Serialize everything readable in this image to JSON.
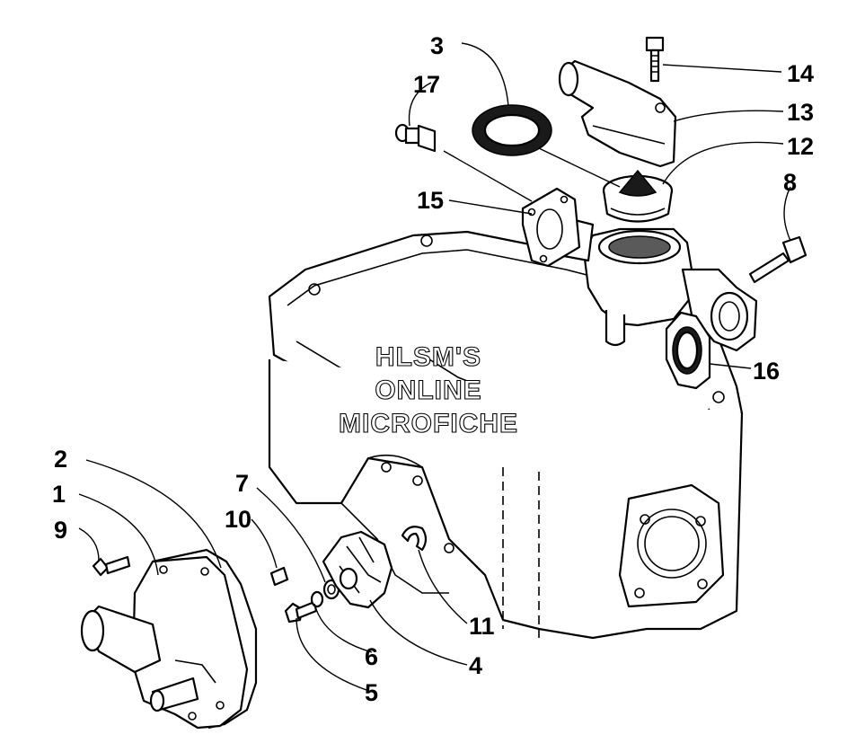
{
  "watermark": {
    "line1": "HLSM'S",
    "line2": "ONLINE",
    "line3": "MICROFICHE"
  },
  "callouts": {
    "c1": "1",
    "c2": "2",
    "c3": "3",
    "c4": "4",
    "c5": "5",
    "c6": "6",
    "c7": "7",
    "c8": "8",
    "c9": "9",
    "c10": "10",
    "c11": "11",
    "c12": "12",
    "c13": "13",
    "c14": "14",
    "c15": "15",
    "c16": "16",
    "c17": "17"
  }
}
